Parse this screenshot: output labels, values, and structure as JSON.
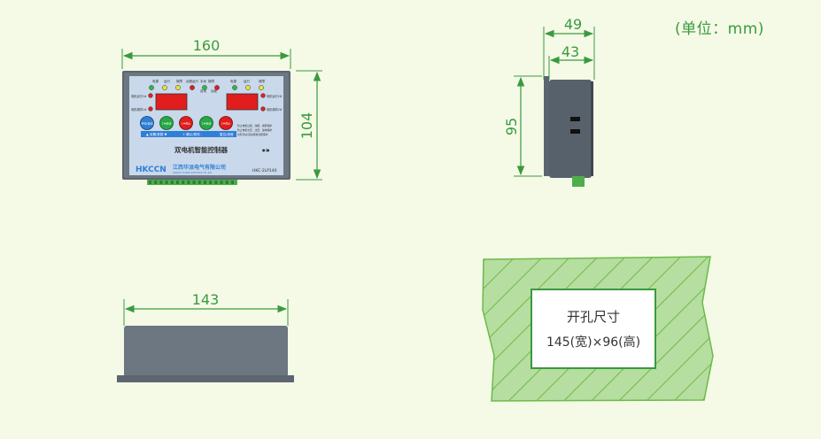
{
  "units_note": "(单位：mm)",
  "front": {
    "width_dim": "160",
    "height_dim": "104",
    "panel": {
      "product_name": "双电机智能控制器",
      "brand_logo": "HKCCN",
      "company_cn": "江西华派电气有限公司",
      "company_en": "JIANGXI HUAPAI ELECTRIC CO.,LTD",
      "model": "HKC-2LP140",
      "top_left_labels": [
        "电源",
        "运行",
        "故障"
      ],
      "top_mid_labels": [
        "远程运行",
        "手动",
        "故障",
        "自动",
        "远程"
      ],
      "top_right_labels": [
        "电源",
        "运行",
        "故障"
      ],
      "left_labels": [
        "电机运行1#",
        "电机故障1#"
      ],
      "right_labels": [
        "电机运行2#",
        "电机故障2#"
      ],
      "buttons": [
        "手动/自动",
        "1#启动",
        "1#停止",
        "2#启动",
        "2#停止"
      ],
      "bottom_row_labels": [
        "▲ 设置/参数 ▼",
        "+ 确认/修改 -",
        "复位/消音"
      ],
      "info_lines": [
        "防止电机过载、缺相、堵转保护",
        "防止电机欠压、过压、漏电保护",
        "具有手动/自动转换功能保护"
      ]
    }
  },
  "side": {
    "depth_outer_dim": "49",
    "depth_inner_dim": "43",
    "height_dim": "95"
  },
  "bottom": {
    "width_dim": "143"
  },
  "cutout": {
    "title": "开孔尺寸",
    "size": "145(宽)×96(高)"
  },
  "colors": {
    "dimension_line": "#3a9a3e",
    "housing": "#5b6670",
    "panel": "#c9d8ea",
    "display_red": "#e21d1d",
    "hatch": "#6cba4a"
  }
}
